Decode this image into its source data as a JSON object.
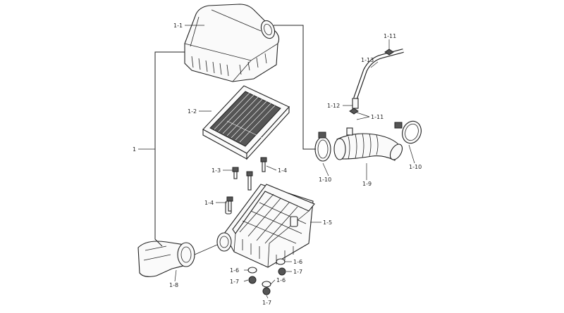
{
  "diagram": {
    "labels": {
      "p1": "1",
      "p1_1": "1-1",
      "p1_2": "1-2",
      "p1_3": "1-3",
      "p1_4a": "1-4",
      "p1_4b": "1-4",
      "p1_5": "1-5",
      "p1_6a": "1-6",
      "p1_6b": "1-6",
      "p1_6c": "1-6",
      "p1_7a": "1-7",
      "p1_7b": "1-7",
      "p1_7c": "1-7",
      "p1_8": "1-8",
      "p1_9": "1-9",
      "p1_10a": "1-10",
      "p1_10b": "1-10",
      "p1_11a": "1-11",
      "p1_11b": "1-11",
      "p1_12": "1-12",
      "p1_13": "1-13"
    }
  }
}
